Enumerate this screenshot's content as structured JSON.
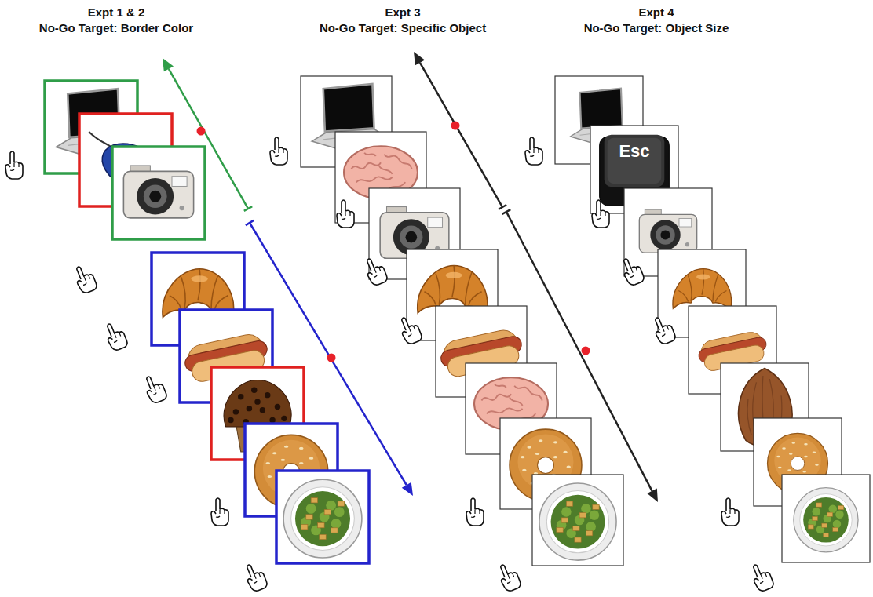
{
  "diagram": {
    "labels": [
      "Expt 1 & 2",
      "No-Go Target: Border Color",
      "Expt 3",
      "No-Go Target: Specific Object",
      "Expt 4",
      "No-Go Target: Object Size",
      "Esc"
    ]
  }
}
